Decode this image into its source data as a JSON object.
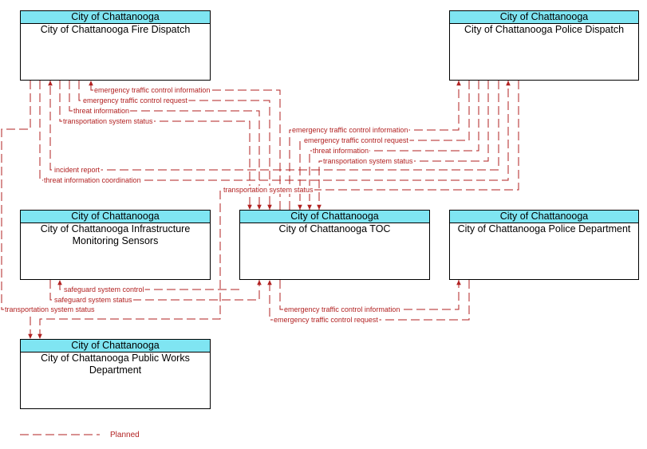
{
  "nodes": {
    "fire": {
      "header": "City of Chattanooga",
      "name": "City of Chattanooga Fire Dispatch"
    },
    "police_dispatch": {
      "header": "City of Chattanooga",
      "name": "City of Chattanooga Police Dispatch"
    },
    "sensors": {
      "header": "City of Chattanooga",
      "name": "City of Chattanooga Infrastructure Monitoring Sensors"
    },
    "toc": {
      "header": "City of Chattanooga",
      "name": "City of Chattanooga TOC"
    },
    "police_dept": {
      "header": "City of Chattanooga",
      "name": "City of Chattanooga Police Department"
    },
    "public_works": {
      "header": "City of Chattanooga",
      "name": "City of Chattanooga Public Works Department"
    }
  },
  "flows": [
    {
      "label": "emergency traffic control information"
    },
    {
      "label": "emergency traffic control request"
    },
    {
      "label": "threat information"
    },
    {
      "label": "transportation system status"
    },
    {
      "label": "emergency traffic control information"
    },
    {
      "label": "emergency traffic control request"
    },
    {
      "label": "threat information"
    },
    {
      "label": "transportation system status"
    },
    {
      "label": "incident report"
    },
    {
      "label": "threat information coordination"
    },
    {
      "label": "transportation system status"
    },
    {
      "label": "safeguard system control"
    },
    {
      "label": "safeguard system status"
    },
    {
      "label": "transportation system status"
    },
    {
      "label": "emergency traffic control information"
    },
    {
      "label": "emergency traffic control request"
    }
  ],
  "legend": {
    "label": "Planned"
  },
  "colors": {
    "flow": "#b22222",
    "header": "#7fe5f2"
  }
}
